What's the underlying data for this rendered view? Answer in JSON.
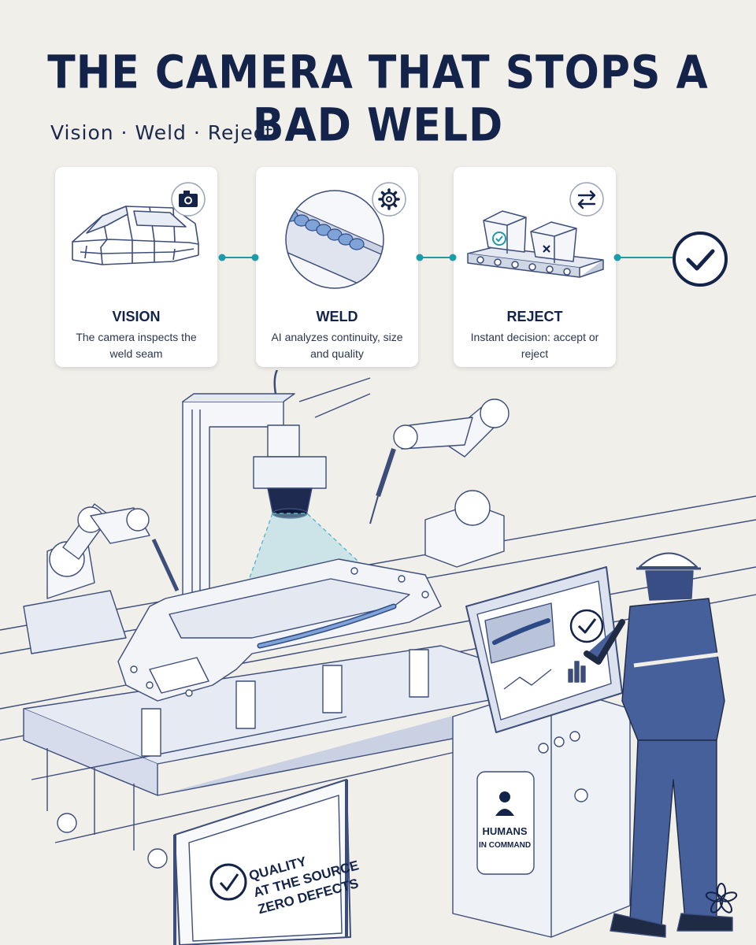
{
  "title": "THE CAMERA THAT STOPS A BAD WELD",
  "subtitle": "Vision · Weld · Reject",
  "steps": [
    {
      "title": "VISION",
      "description": "The camera inspects the weld seam",
      "icon": "camera-icon"
    },
    {
      "title": "WELD",
      "description": "AI analyzes continuity, size and quality",
      "icon": "gear-icon"
    },
    {
      "title": "REJECT",
      "description": "Instant decision: accept or reject",
      "icon": "swap-arrows-icon"
    }
  ],
  "final_icon": "check-circle-icon",
  "sign": {
    "line1": "QUALITY",
    "line2": "AT THE SOURCE",
    "line3": "ZERO DEFECTS"
  },
  "console_label": {
    "line1": "HUMANS",
    "line2": "IN COMMAND"
  },
  "colors": {
    "navy": "#14234a",
    "teal": "#1e9aa8",
    "ink": "#3d4d7a",
    "highlight": "#6fa0d8"
  }
}
